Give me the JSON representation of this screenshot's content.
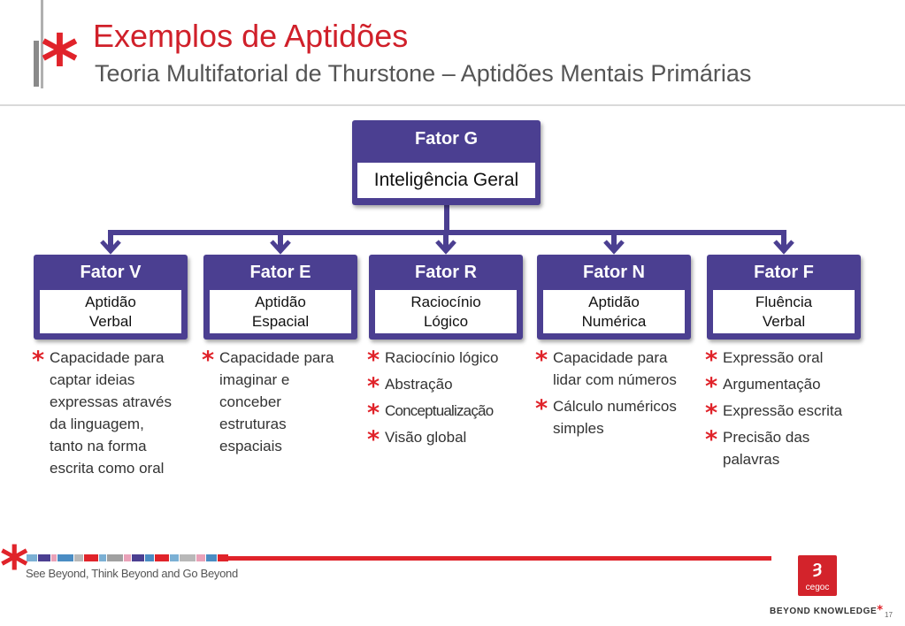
{
  "header": {
    "title": "Exemplos de Aptidões",
    "subtitle": "Teoria Multifatorial de Thurstone – Aptidões Mentais Primárias"
  },
  "diagram": {
    "top": {
      "title": "Fator G",
      "label": "Inteligência Geral"
    },
    "factors": [
      {
        "title": "Fator V",
        "label_line1": "Aptidão",
        "label_line2": "Verbal",
        "bullets": [
          "Capacidade para captar ideias expressas através da linguagem, tanto na forma escrita como oral"
        ]
      },
      {
        "title": "Fator E",
        "label_line1": "Aptidão",
        "label_line2": "Espacial",
        "bullets": [
          "Capacidade para imaginar e conceber estruturas espaciais"
        ]
      },
      {
        "title": "Fator R",
        "label_line1": "Raciocínio",
        "label_line2": "Lógico",
        "bullets": [
          "Raciocínio lógico",
          "Abstração",
          "Conceptualização",
          "Visão global"
        ]
      },
      {
        "title": "Fator N",
        "label_line1": "Aptidão",
        "label_line2": "Numérica",
        "bullets": [
          "Capacidade para lidar com números",
          "Cálculo numéricos simples"
        ]
      },
      {
        "title": "Fator F",
        "label_line1": "Fluência",
        "label_line2": "Verbal",
        "bullets": [
          "Expressão oral",
          "Argumentação",
          "Expressão escrita",
          "Precisão das palavras"
        ]
      }
    ]
  },
  "footer": {
    "slogan": "See Beyond, Think Beyond and Go Beyond",
    "brand": "cegoc",
    "brand_mark": "ȝ",
    "tagline": "BEYOND KNOWLEDGE",
    "page_number": "17"
  },
  "colors": {
    "accent_red": "#e0232a",
    "box_purple": "#4b3f91",
    "title_red": "#d0202a"
  },
  "icons": {
    "bullet": "asterisk-icon",
    "logo": "cegoc-star-logo-icon"
  }
}
